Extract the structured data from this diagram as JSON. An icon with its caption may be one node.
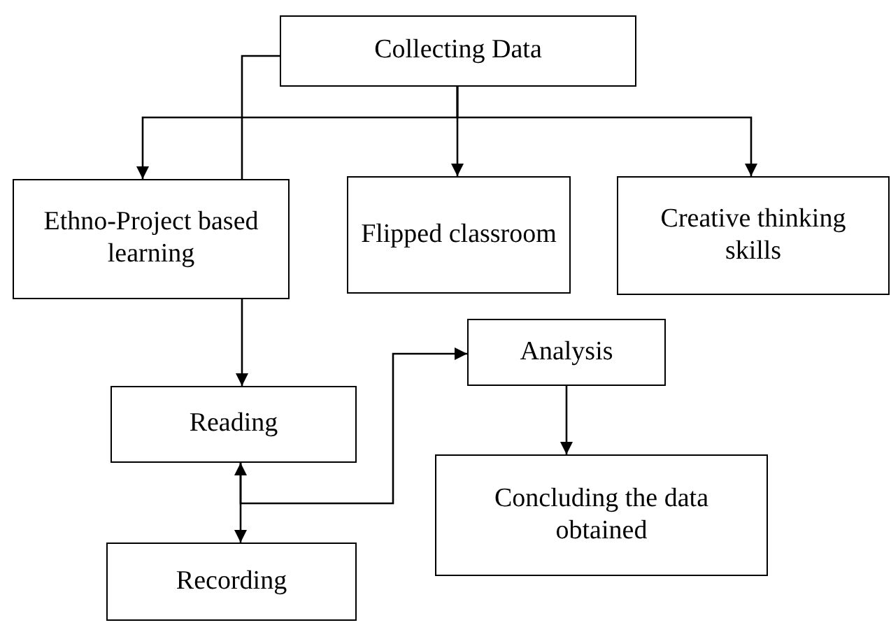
{
  "diagram": {
    "nodes": [
      {
        "text": [
          "Collecting Data"
        ]
      },
      {
        "text": [
          "Ethno-Project based learning"
        ]
      },
      {
        "text": [
          "Flipped classroom"
        ]
      },
      {
        "text": [
          "Creative thinking skills"
        ]
      },
      {
        "text": [
          "Reading"
        ]
      },
      {
        "text": [
          "Recording"
        ]
      },
      {
        "text": [
          "Analysis"
        ]
      },
      {
        "text": [
          "Concluding the data obtained"
        ]
      }
    ],
    "edges": [
      {
        "from": 0,
        "to": 1,
        "arrow": "to"
      },
      {
        "from": 0,
        "to": 2,
        "arrow": "to"
      },
      {
        "from": 0,
        "to": 3,
        "arrow": "to"
      },
      {
        "from": 0,
        "to": 1,
        "arrow": "none"
      },
      {
        "from": 1,
        "to": 4,
        "arrow": "to"
      },
      {
        "from": 4,
        "to": 5,
        "arrow": "both"
      },
      {
        "from": 4,
        "to": 6,
        "arrow": "to"
      },
      {
        "from": 6,
        "to": 7,
        "arrow": "to"
      }
    ]
  }
}
